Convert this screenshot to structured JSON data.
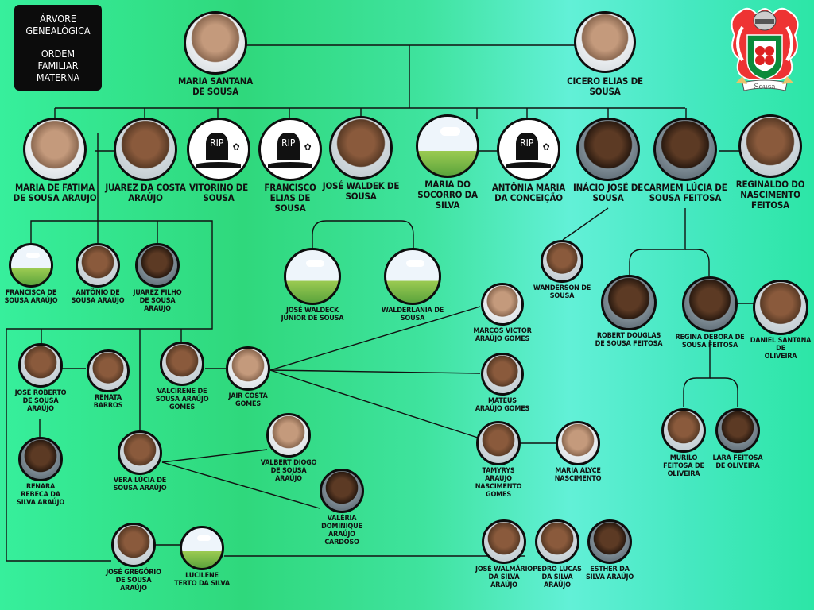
{
  "title": {
    "line1": "ÁRVORE",
    "line2": "GENEALÓGICA",
    "line3": "ORDEM",
    "line4": "FAMILIAR",
    "line5": "MATERNA"
  },
  "crest": {
    "label": "Sousa"
  },
  "people": {
    "maria_santana": "MARIA SANTANA\nDE SOUSA",
    "cicero": "CICERO ELIAS DE\nSOUSA",
    "maria_fatima": "MARIA DE FATIMA\nDE SOUSA ARAUJO",
    "juarez": "JUAREZ DA COSTA\nARAÚJO",
    "vitorino": "VITORINO DE\nSOUSA",
    "francisco": "FRANCISCO\nELIAS DE\nSOUSA",
    "jose_waldek": "JOSÉ WALDEK DE\nSOUSA",
    "maria_socorro": "MARIA DO\nSOCORRO DA\nSILVA",
    "antonia": "ANTÔNIA MARIA\nDA CONCEIÇÃO",
    "inacio": "INÁCIO JOSÉ DE\nSOUSA",
    "carmem": "CARMEM LÚCIA DE\nSOUSA FEITOSA",
    "reginaldo": "REGINALDO DO\nNASCIMENTO\nFEITOSA",
    "francisca": "FRANCISCA DE\nSOUSA ARAÚJO",
    "antonio": "ANTÔNIO DE\nSOUSA ARAÚJO",
    "juarez_filho": "JUAREZ FILHO\nDE SOUSA\nARAÚJO",
    "jose_waldeck_jr": "JOSÉ WALDECK\nJUNIOR DE SOUSA",
    "walderlania": "WALDERLANIA DE\nSOUSA",
    "wanderson": "WANDERSON DE\nSOUSA",
    "robert": "ROBERT DOUGLAS\nDE SOUSA FEITOSA",
    "regina": "REGINA DEBORA DE\nSOUSA FEITOSA",
    "daniel": "DANIEL SANTANA DE\nOLIVEIRA",
    "marcos": "MARCOS VICTOR\nARAÚJO GOMES",
    "mateus": "MATEUS\nARAÚJO GOMES",
    "jose_roberto": "JOSÉ ROBERTO\nDE SOUSA\nARAÚJO",
    "renata": "RENATA\nBARROS",
    "valcirene": "VALCIRENE DE\nSOUSA ARAÚJO\nGOMES",
    "jair": "JAIR COSTA\nGOMES",
    "murilo": "MURILO\nFEITOSA DE\nOLIVEIRA",
    "lara": "LARA FEITOSA\nDE OLIVEIRA",
    "renara": "RENARA\nREBECA DA\nSILVA ARAÚJO",
    "vera": "VERA LÚCIA DE\nSOUSA ARAÚJO",
    "valbert": "VALBERT DIOGO\nDE SOUSA\nARAÚJO",
    "tamyrys": "TAMYRYS\nARAÚJO\nNASCIMENTO\nGOMES",
    "maria_alyce": "MARIA ALYCE\nNASCIMENTO",
    "valeria": "VALÉRIA\nDOMINIQUE\nARAÚJO\nCARDOSO",
    "jose_gregorio": "JOSÉ GREGÓRIO\nDE SOUSA\nARAÚJO",
    "lucilene": "LUCILENE\nTERTO DA SILVA",
    "jose_walmario": "JOSÉ WALMÁRIO\nDA SILVA\nARAÚJO",
    "pedro": "PEDRO LUCAS\nDA SILVA\nARAÚJO",
    "esther": "ESTHER DA\nSILVA ARAÚJO"
  },
  "rip_text": "RIP"
}
